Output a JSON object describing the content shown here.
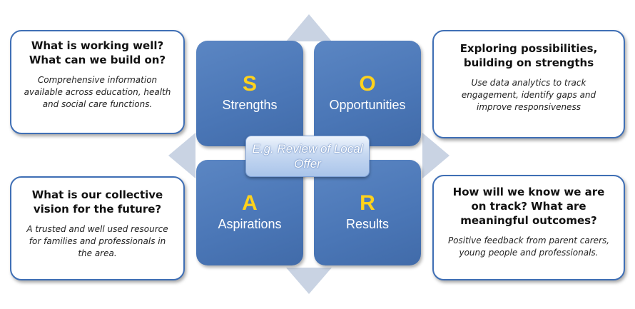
{
  "boxes": {
    "top_left": {
      "heading": "What is working well?\nWhat can we build on?",
      "body": "Comprehensive information available across education, health and social care functions."
    },
    "top_right": {
      "heading": "Exploring possibilities, building on strengths",
      "body": "Use data analytics to track engagement, identify gaps and improve responsiveness"
    },
    "bottom_left": {
      "heading": "What is our collective vision for the future?",
      "body": "A trusted and well used resource for families and professionals in the area."
    },
    "bottom_right": {
      "heading": "How will we know we are on track? What are meaningful outcomes?",
      "body": "Positive feedback from parent carers, young people and professionals."
    }
  },
  "tiles": {
    "s": {
      "letter": "S",
      "word": "Strengths"
    },
    "o": {
      "letter": "O",
      "word": "Opportunities"
    },
    "a": {
      "letter": "A",
      "word": "Aspirations"
    },
    "r": {
      "letter": "R",
      "word": "Results"
    }
  },
  "center_label": "E.g. Review of Local Offer",
  "colors": {
    "tile": "#4a76b6",
    "letter": "#ffd21c",
    "box_border": "#3f6fb5",
    "arrow": "#c9d3e3"
  }
}
